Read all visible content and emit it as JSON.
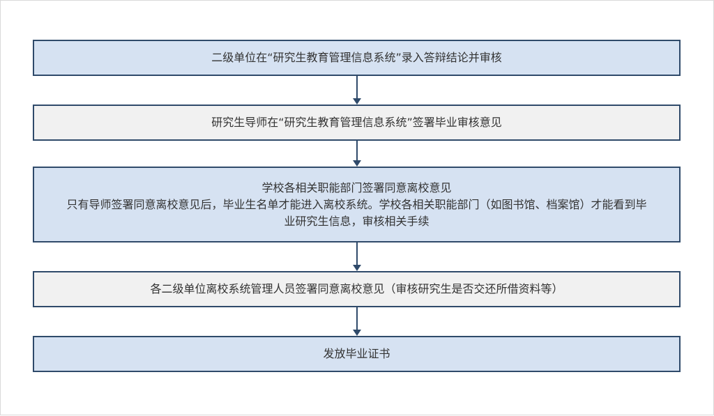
{
  "flow": {
    "steps": [
      {
        "text": "二级单位在“研究生教育管理信息系统”录入答辩结论并审核"
      },
      {
        "text": "研究生导师在“研究生教育管理信息系统”签署毕业审核意见"
      },
      {
        "title": "学校各相关职能部门签署同意离校意见",
        "body": "只有导师签署同意离校意见后，毕业生名单才能进入离校系统。学校各相关职能部门（如图书馆、档案馆）才能看到毕业研究生信息，审核相关手续"
      },
      {
        "text": "各二级单位离校系统管理人员签署同意离校意见（审核研究生是否交还所借资料等）"
      },
      {
        "text": "发放毕业证书"
      }
    ]
  },
  "colors": {
    "box_border": "#2f4a6a",
    "box_blue": "#d6e2f2",
    "box_gray": "#f1f1f1",
    "arrow": "#2f4a6a",
    "text": "#333333"
  }
}
